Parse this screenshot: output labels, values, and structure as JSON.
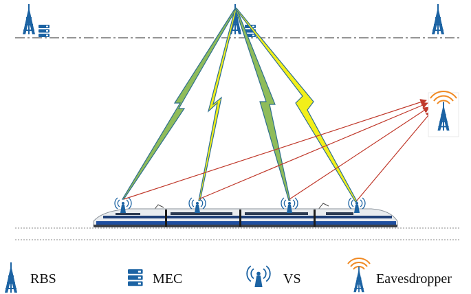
{
  "legend": {
    "rbs_label": "RBS",
    "mec_label": "MEC",
    "vs_label": "VS",
    "eavesdropper_label": "Eavesdropper"
  },
  "nodes": {
    "rbs_count": 3,
    "vs_count": 4,
    "eavesdropper_count": 1
  },
  "links": {
    "legit_link_colors": [
      "#8fbc5a",
      "#f2ef1a"
    ],
    "legit_link_outline": "#2f6f8f",
    "eavesdrop_link_color": "#c0392b"
  },
  "colors": {
    "tower_blue": "#1c63a3",
    "ring_orange": "#f08a24",
    "track_gray": "#888888"
  }
}
